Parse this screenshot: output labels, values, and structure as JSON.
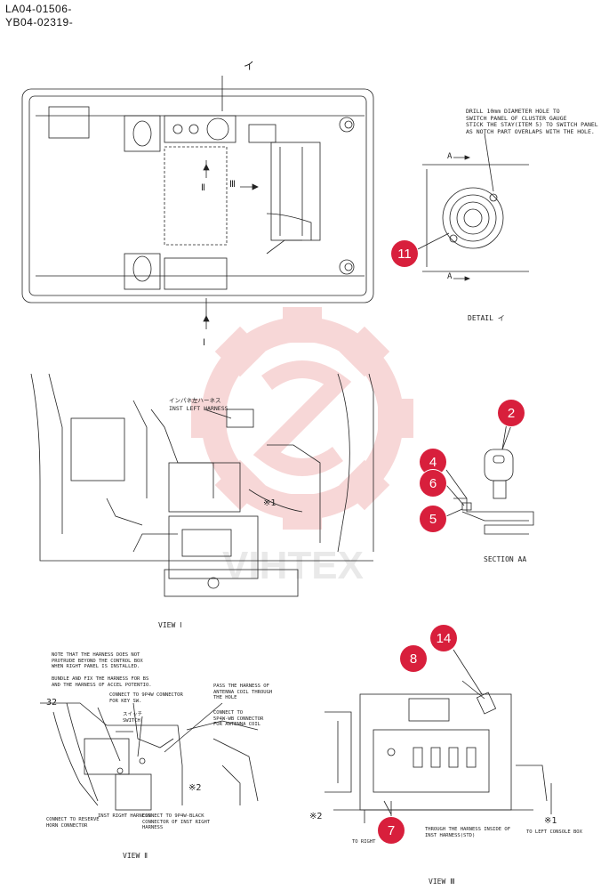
{
  "header": {
    "line1": "LA04-01506-",
    "line2": "YB04-02319-"
  },
  "detail": {
    "note": "DRILL 10mm DIAMETER HOLE TO\nSWITCH PANEL OF CLUSTER GAUGE\nSTICK THE STAY(ITEM 5) TO SWITCH PANEL\nAS NOTCH PART OVERLAPS WITH THE HOLE.",
    "section_a_top": "A",
    "section_a_bottom": "A",
    "caption": "DETAIL イ",
    "mark_i": "イ"
  },
  "top_view": {
    "roman_2": "Ⅱ",
    "roman_3": "Ⅲ",
    "roman_1": "Ⅰ"
  },
  "view1": {
    "harness_jp": "インパネ左ハーネス",
    "harness_en": "INST LEFT HARNESS",
    "note_mark": "※1",
    "caption": "VIEW Ⅰ"
  },
  "section_aa": {
    "caption": "SECTION AA"
  },
  "view2": {
    "note_top": "NOTE THAT THE HARNESS DOES NOT\nPROTRUDE BEYOND THE CONTROL BOX\nWHEN RIGHT PANEL IS INSTALLED.",
    "bundle": "BUNDLE AND FIX THE HARNESS FOR BS\nAND THE HARNESS OF ACCEL POTENTIO.",
    "conn_key": "CONNECT TO 9P4W CONNECTOR\nFOR KEY SW.",
    "switch_jp": "スイッチ",
    "switch_en": "SWITCH",
    "antenna": "PASS THE HARNESS OF\nANTENNA COIL THROUGH\nTHE HOLE",
    "conn_antenna": "CONNECT TO\n5P4W-WB CONNECTOR\nFOR ANTENNA COIL",
    "item_32": "32",
    "mark2": "※2",
    "inst_right": "INST RIGHT HARNESS",
    "reserve": "CONNECT TO RESERVE\nHORN CONNECTOR",
    "black": "CONNECT TO 9P4W-BLACK\nCONNECTOR OF INST RIGHT\nHARNESS",
    "caption": "VIEW Ⅱ"
  },
  "view3": {
    "mark2": "※2",
    "mark1": "※1",
    "through": "THROUGH THE HARNESS INSIDE OF\nINST HARNESS(STD)",
    "to_right": "TO RIGHT",
    "to_left": "TO LEFT CONSOLE BOX",
    "caption": "VIEW Ⅲ"
  },
  "callouts": [
    "11",
    "2",
    "4",
    "6",
    "5",
    "14",
    "8",
    "7"
  ],
  "colors": {
    "callout": "#d81f3c",
    "line": "#222222",
    "watermark": "#f2b8b8"
  }
}
